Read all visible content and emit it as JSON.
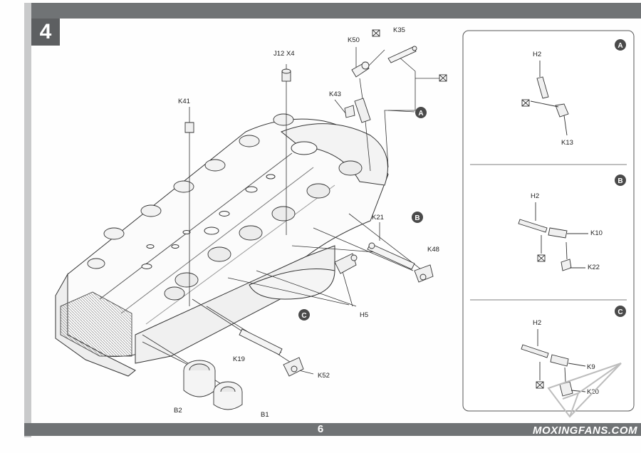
{
  "step_number": "4",
  "page_number": "6",
  "watermark": "MOXINGFANS.COM",
  "main_labels": {
    "k35": "K35",
    "k50": "K50",
    "j12_x4": "J12 X4",
    "k43": "K43",
    "k41": "K41",
    "k21": "K21",
    "k48": "K48",
    "h5": "H5",
    "k19": "K19",
    "k52": "K52",
    "b2": "B2",
    "b1": "B1"
  },
  "callouts": {
    "a": "A",
    "b": "B",
    "c": "C"
  },
  "detail_panels": [
    {
      "id": "A",
      "labels": [
        "H2",
        "K13"
      ]
    },
    {
      "id": "B",
      "labels": [
        "H2",
        "K10",
        "K22"
      ]
    },
    {
      "id": "C",
      "labels": [
        "H2",
        "K9",
        "K20"
      ]
    }
  ],
  "colors": {
    "bar": "#707375",
    "callout": "#4a4a4a",
    "line": "#333333"
  }
}
